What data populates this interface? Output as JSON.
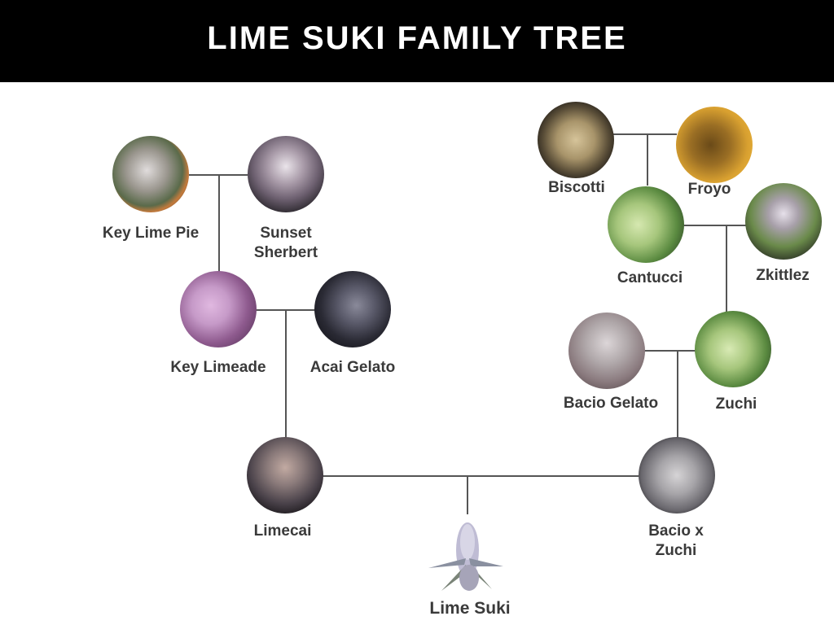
{
  "header": {
    "title": "LIME SUKI FAMILY TREE"
  },
  "nodes": {
    "key_lime_pie": {
      "label": "Key Lime Pie",
      "colors": [
        "#d8d4d4",
        "#6b6b5a",
        "#c27a3c"
      ]
    },
    "sunset_sherbert": {
      "label": "Sunset\nSherbert",
      "colors": [
        "#e6e0e6",
        "#6d6070",
        "#1e1c20"
      ]
    },
    "key_limeade": {
      "label": "Key Limeade",
      "colors": [
        "#c69ac8",
        "#8e5a8e",
        "#4a2a4c"
      ]
    },
    "acai_gelato": {
      "label": "Acai Gelato",
      "colors": [
        "#6a6a7a",
        "#3a3a4a",
        "#0e0e14"
      ]
    },
    "biscotti": {
      "label": "Biscotti",
      "colors": [
        "#c9b48a",
        "#8a7a58",
        "#141210"
      ]
    },
    "froyo": {
      "label": "Froyo",
      "colors": [
        "#7a5a20",
        "#c89030",
        "#f0b83a"
      ]
    },
    "cantucci": {
      "label": "Cantucci",
      "colors": [
        "#c6dca0",
        "#6a9a4a",
        "#1c2a1c"
      ]
    },
    "zkittlez": {
      "label": "Zkittlez",
      "colors": [
        "#dcd6e0",
        "#6a8a4a",
        "#1a1a1a"
      ]
    },
    "bacio_gelato": {
      "label": "Bacio Gelato",
      "colors": [
        "#c8c2c4",
        "#8a7a7e",
        "#3a3436"
      ]
    },
    "zuchi": {
      "label": "Zuchi",
      "colors": [
        "#cfe2a8",
        "#7aa24e",
        "#1a2a1a"
      ]
    },
    "limecai": {
      "label": "Limecai",
      "colors": [
        "#b29a92",
        "#5a4e56",
        "#0e0c0e"
      ]
    },
    "bacio_x_zuchi": {
      "label": "Bacio x\nZuchi",
      "colors": [
        "#c8c6c8",
        "#7a7880",
        "#0e0e10"
      ]
    },
    "lime_suki": {
      "label": "Lime Suki",
      "colors": [
        "#d0cee0",
        "#8a8aa0",
        "#5a6a5a"
      ]
    }
  }
}
